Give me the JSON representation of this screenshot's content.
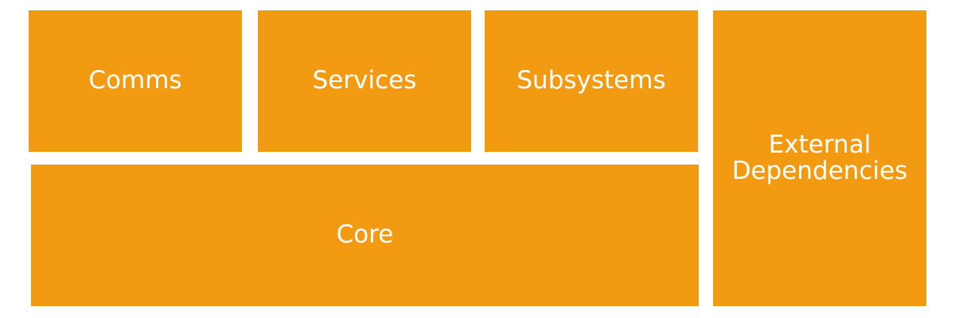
{
  "diagram": {
    "fill_color": "#F29B12",
    "text_color": "#FFFFFF",
    "blocks": {
      "comms": {
        "label": "Comms"
      },
      "services": {
        "label": "Services"
      },
      "subsystems": {
        "label": "Subsystems"
      },
      "core": {
        "label": "Core"
      },
      "external": {
        "label_line1": "External",
        "label_line2": "Dependencies"
      }
    }
  }
}
